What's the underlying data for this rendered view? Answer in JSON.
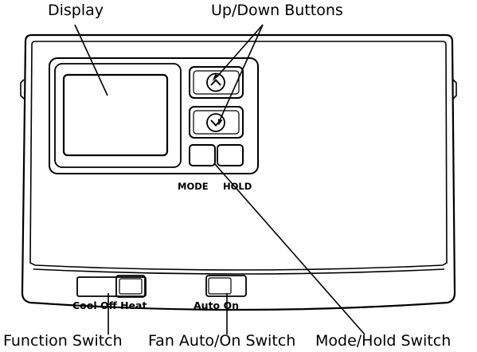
{
  "callouts": {
    "display": "Display",
    "up_down_buttons": "Up/Down Buttons",
    "function_switch": "Function Switch",
    "fan_switch": "Fan Auto/On Switch",
    "mode_hold_switch": "Mode/Hold Switch"
  },
  "device": {
    "mode_label": "MODE",
    "hold_label": "HOLD",
    "function_switch_positions": "Cool Off Heat",
    "fan_switch_positions": "Auto On"
  },
  "icons": {
    "up_button": "chevron-up-icon",
    "down_button": "chevron-down-icon"
  }
}
